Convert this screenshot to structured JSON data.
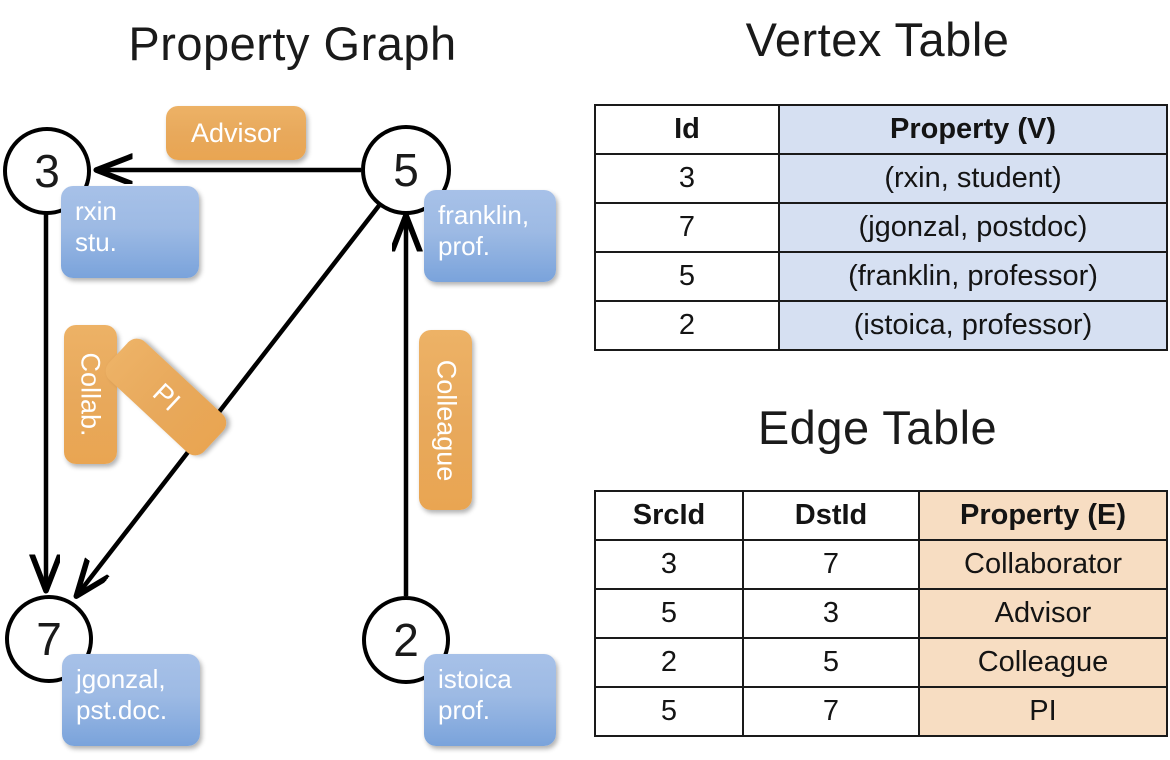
{
  "titles": {
    "property_graph": "Property Graph",
    "vertex_table": "Vertex Table",
    "edge_table": "Edge Table"
  },
  "colors": {
    "vertex_property_fill": "#d6e0f2",
    "edge_property_fill": "#f7ddc2",
    "vertex_callout_fill": "#9dbae4",
    "edge_callout_fill": "#e8a95c",
    "stroke": "#000000",
    "background": "#ffffff"
  },
  "graph": {
    "vertices": [
      {
        "id": "3",
        "label": "3",
        "property_lines": "rxin\nstu."
      },
      {
        "id": "5",
        "label": "5",
        "property_lines": "franklin,\nprof."
      },
      {
        "id": "7",
        "label": "7",
        "property_lines": "jgonzal,\npst.doc."
      },
      {
        "id": "2",
        "label": "2",
        "property_lines": "istoica\nprof."
      }
    ],
    "edge_labels": [
      {
        "name": "advisor",
        "text": "Advisor"
      },
      {
        "name": "collab",
        "text": "Collab."
      },
      {
        "name": "pi",
        "text": "PI"
      },
      {
        "name": "colleague",
        "text": "Colleague"
      }
    ],
    "edges": [
      {
        "src": "5",
        "dst": "3",
        "label": "Advisor"
      },
      {
        "src": "3",
        "dst": "7",
        "label": "Collab."
      },
      {
        "src": "5",
        "dst": "7",
        "label": "PI"
      },
      {
        "src": "2",
        "dst": "5",
        "label": "Colleague"
      }
    ]
  },
  "vertex_table": {
    "headers": [
      "Id",
      "Property (V)"
    ],
    "rows": [
      {
        "id": "3",
        "property": "(rxin, student)"
      },
      {
        "id": "7",
        "property": "(jgonzal, postdoc)"
      },
      {
        "id": "5",
        "property": "(franklin, professor)"
      },
      {
        "id": "2",
        "property": "(istoica, professor)"
      }
    ]
  },
  "edge_table": {
    "headers": [
      "SrcId",
      "DstId",
      "Property (E)"
    ],
    "rows": [
      {
        "src": "3",
        "dst": "7",
        "property": "Collaborator"
      },
      {
        "src": "5",
        "dst": "3",
        "property": "Advisor"
      },
      {
        "src": "2",
        "dst": "5",
        "property": "Colleague"
      },
      {
        "src": "5",
        "dst": "7",
        "property": "PI"
      }
    ]
  }
}
